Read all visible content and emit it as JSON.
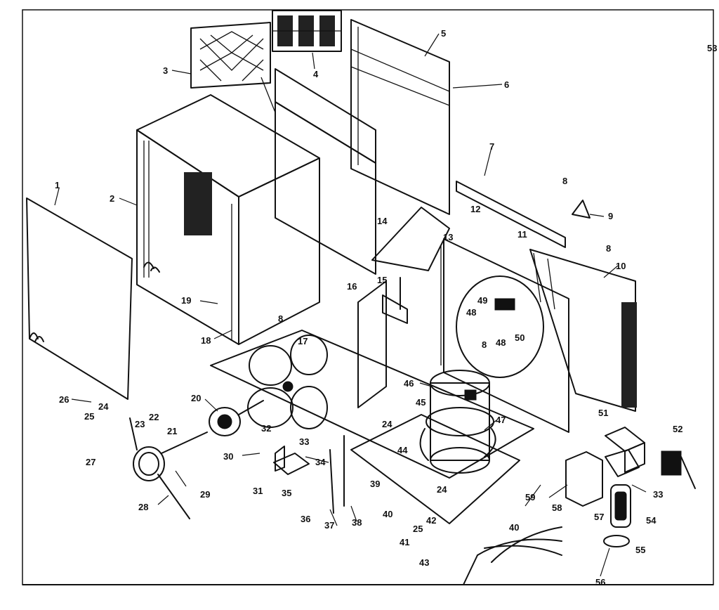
{
  "diagram": {
    "callouts": [
      {
        "id": "p1",
        "label": "1"
      },
      {
        "id": "p2",
        "label": "2"
      },
      {
        "id": "p3",
        "label": "3"
      },
      {
        "id": "p4",
        "label": "4"
      },
      {
        "id": "p5",
        "label": "5"
      },
      {
        "id": "p6",
        "label": "6"
      },
      {
        "id": "p7",
        "label": "7"
      },
      {
        "id": "p8a",
        "label": "8"
      },
      {
        "id": "p8b",
        "label": "8"
      },
      {
        "id": "p8c",
        "label": "8"
      },
      {
        "id": "p8d",
        "label": "8"
      },
      {
        "id": "p9",
        "label": "9"
      },
      {
        "id": "p10",
        "label": "10"
      },
      {
        "id": "p11",
        "label": "11"
      },
      {
        "id": "p12",
        "label": "12"
      },
      {
        "id": "p13",
        "label": "13"
      },
      {
        "id": "p14",
        "label": "14"
      },
      {
        "id": "p15",
        "label": "15"
      },
      {
        "id": "p16",
        "label": "16"
      },
      {
        "id": "p17",
        "label": "17"
      },
      {
        "id": "p18",
        "label": "18"
      },
      {
        "id": "p19",
        "label": "19"
      },
      {
        "id": "p20",
        "label": "20"
      },
      {
        "id": "p21",
        "label": "21"
      },
      {
        "id": "p22",
        "label": "22"
      },
      {
        "id": "p23",
        "label": "23"
      },
      {
        "id": "p24a",
        "label": "24"
      },
      {
        "id": "p24b",
        "label": "24"
      },
      {
        "id": "p24c",
        "label": "24"
      },
      {
        "id": "p25a",
        "label": "25"
      },
      {
        "id": "p25b",
        "label": "25"
      },
      {
        "id": "p26",
        "label": "26"
      },
      {
        "id": "p27",
        "label": "27"
      },
      {
        "id": "p28",
        "label": "28"
      },
      {
        "id": "p29",
        "label": "29"
      },
      {
        "id": "p30",
        "label": "30"
      },
      {
        "id": "p31",
        "label": "31"
      },
      {
        "id": "p32",
        "label": "32"
      },
      {
        "id": "p33a",
        "label": "33"
      },
      {
        "id": "p33b",
        "label": "33"
      },
      {
        "id": "p34",
        "label": "34"
      },
      {
        "id": "p35",
        "label": "35"
      },
      {
        "id": "p36",
        "label": "36"
      },
      {
        "id": "p37",
        "label": "37"
      },
      {
        "id": "p38",
        "label": "38"
      },
      {
        "id": "p39",
        "label": "39"
      },
      {
        "id": "p40a",
        "label": "40"
      },
      {
        "id": "p40b",
        "label": "40"
      },
      {
        "id": "p41",
        "label": "41"
      },
      {
        "id": "p42",
        "label": "42"
      },
      {
        "id": "p43",
        "label": "43"
      },
      {
        "id": "p44",
        "label": "44"
      },
      {
        "id": "p45",
        "label": "45"
      },
      {
        "id": "p46",
        "label": "46"
      },
      {
        "id": "p47",
        "label": "47"
      },
      {
        "id": "p48a",
        "label": "48"
      },
      {
        "id": "p48b",
        "label": "48"
      },
      {
        "id": "p49",
        "label": "49"
      },
      {
        "id": "p50",
        "label": "50"
      },
      {
        "id": "p51",
        "label": "51"
      },
      {
        "id": "p52",
        "label": "52"
      },
      {
        "id": "p53",
        "label": "53"
      },
      {
        "id": "p54",
        "label": "54"
      },
      {
        "id": "p55",
        "label": "55"
      },
      {
        "id": "p56",
        "label": "56"
      },
      {
        "id": "p57",
        "label": "57"
      },
      {
        "id": "p58",
        "label": "58"
      },
      {
        "id": "p59",
        "label": "59"
      }
    ]
  }
}
